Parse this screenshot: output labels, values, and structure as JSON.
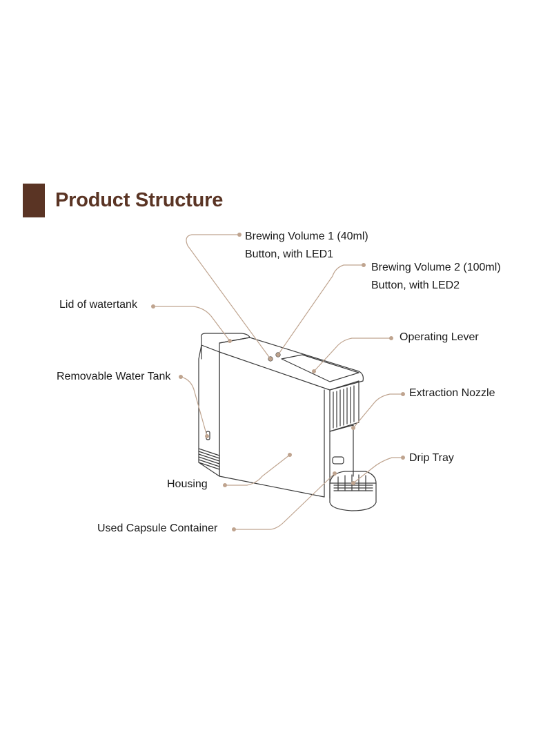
{
  "colors": {
    "accent": "#5a3424",
    "leader_line": "#bfa48f",
    "drawing_stroke": "#3a3a3a"
  },
  "heading": {
    "title": "Product Structure"
  },
  "labels": {
    "brew_volume_1": [
      "Brewing Volume 1 (40ml)",
      "Button, with LED1"
    ],
    "brew_volume_2": [
      "Brewing Volume 2 (100ml)",
      "Button, with LED2"
    ],
    "lid_watertank": "Lid of watertank",
    "operating_lever": "Operating Lever",
    "removable_water_tank": "Removable Water Tank",
    "extraction_nozzle": "Extraction Nozzle",
    "drip_tray": "Drip Tray",
    "housing": "Housing",
    "used_capsule_container": "Used Capsule Container"
  }
}
